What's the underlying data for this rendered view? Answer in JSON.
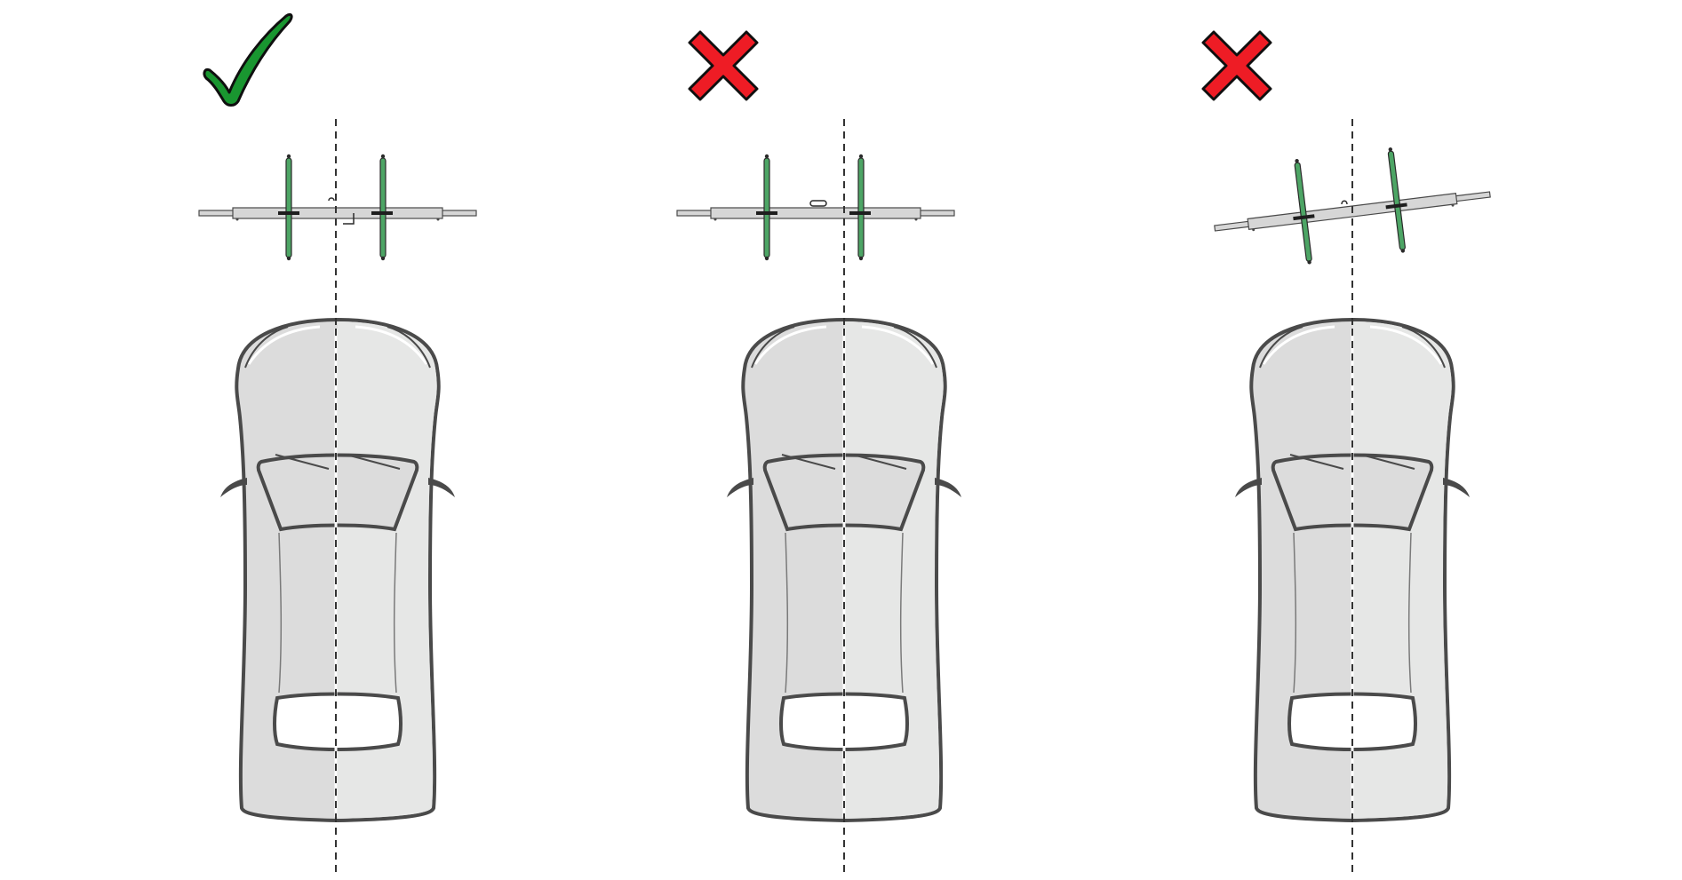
{
  "diagram": {
    "panels": [
      {
        "id": "correct",
        "verdict": "correct",
        "verdict_icon": "checkmark-icon",
        "carrier_position": "centered",
        "carrier_rotation_deg": 0
      },
      {
        "id": "off-center",
        "verdict": "incorrect",
        "verdict_icon": "cross-icon",
        "carrier_position": "offset-left",
        "carrier_rotation_deg": 0
      },
      {
        "id": "rotated",
        "verdict": "incorrect",
        "verdict_icon": "cross-icon",
        "carrier_position": "centered",
        "carrier_rotation_deg": -7
      }
    ]
  },
  "colors": {
    "check": "#199630",
    "cross": "#ee1c25",
    "arm": "#4da565",
    "bar": "#d6d6d6",
    "car_body": "#dcdcdc",
    "car_body_right": "#e6e7e6",
    "outline": "#4a4a4a",
    "centerline": "#333333"
  }
}
